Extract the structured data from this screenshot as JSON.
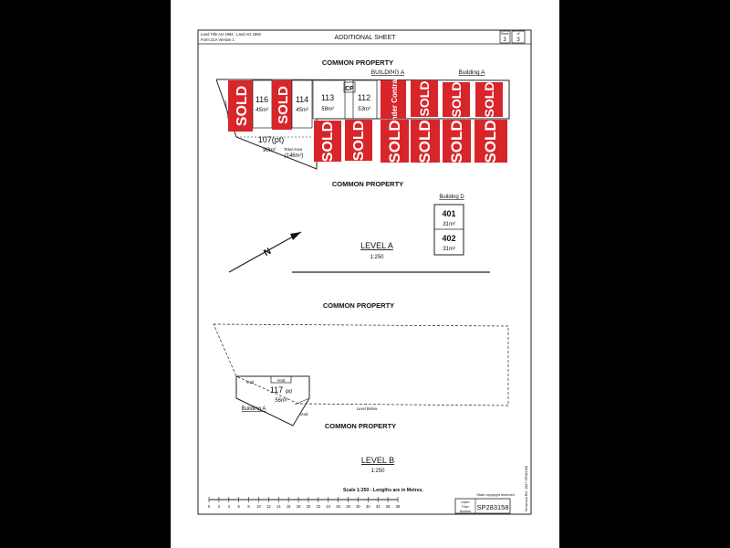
{
  "header": {
    "legal_line1": "Land Title Act 1994 ; Land Act 1994",
    "legal_line2": "Form 21A Version 1",
    "title": "ADDITIONAL SHEET",
    "sheet_label": "Sheet",
    "sheet_no": "3",
    "of_label": "of",
    "sheet_total": "3"
  },
  "level_a": {
    "common_property_top": "COMMON PROPERTY",
    "building_a_1": "BUILDING A",
    "building_a_2": "Building A",
    "cp": "CP",
    "lot_116": "116",
    "lot_116_area": "45m²",
    "lot_114": "114",
    "lot_114_area": "45m²",
    "lot_113": "113",
    "lot_113_area": "58m²",
    "lot_112": "112",
    "lot_112_area": "53m²",
    "lot_107": "107(pt)",
    "lot_107_area": "90m²",
    "lot_107_total_label": "Total Area",
    "lot_107_total": "(146m²)",
    "common_property_mid": "COMMON PROPERTY",
    "building_d": "Building D",
    "lot_401": "401",
    "lot_401_area": "31m²",
    "lot_402": "402",
    "lot_402_area": "31m²",
    "level_title": "LEVEL A",
    "level_scale": "1:250",
    "north": "N"
  },
  "level_b": {
    "common_property_top": "COMMON PROPERTY",
    "void_1": "Void",
    "void_2": "Void",
    "void_3": "Void",
    "lot_117": "117",
    "lot_117_pt": "(pt)",
    "lot_117_area": "56m²",
    "building_a": "Building A",
    "level_below": "Level Below",
    "common_property_bottom": "COMMON PROPERTY",
    "level_title": "LEVEL B",
    "level_scale": "1:250"
  },
  "stamps": {
    "sold": "SOLD",
    "under_contract": "Under Contract"
  },
  "footer": {
    "scale_note": "Scale 1:250 - Lengths are in Metres.",
    "ticks": [
      "0",
      "2",
      "4",
      "6",
      "8",
      "10",
      "12",
      "14",
      "16",
      "18",
      "20",
      "22",
      "24",
      "26",
      "28",
      "30",
      "32",
      "34",
      "36",
      "38"
    ],
    "copyright": "State copyright reserved",
    "plan_label_1": "Insert",
    "plan_label_2": "Plan",
    "plan_label_3": "Number",
    "plan_number": "SP283158",
    "side_note": "Terranova Ref: 2887 SP283158"
  },
  "colors": {
    "sold_red": "#d8252a",
    "ink": "#111111",
    "background": "#000000",
    "paper": "#ffffff"
  }
}
